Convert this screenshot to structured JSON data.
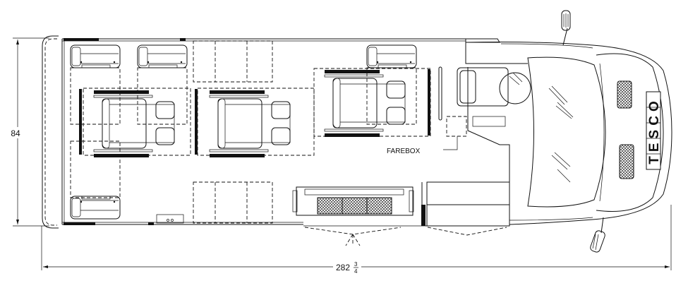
{
  "drawing": {
    "width_dimension": "84",
    "length_dimension_whole": "282",
    "length_dimension_fraction_num": "3",
    "length_dimension_fraction_den": "4",
    "farebox_label": "FAREBOX",
    "brand_logo": "TESCO"
  }
}
